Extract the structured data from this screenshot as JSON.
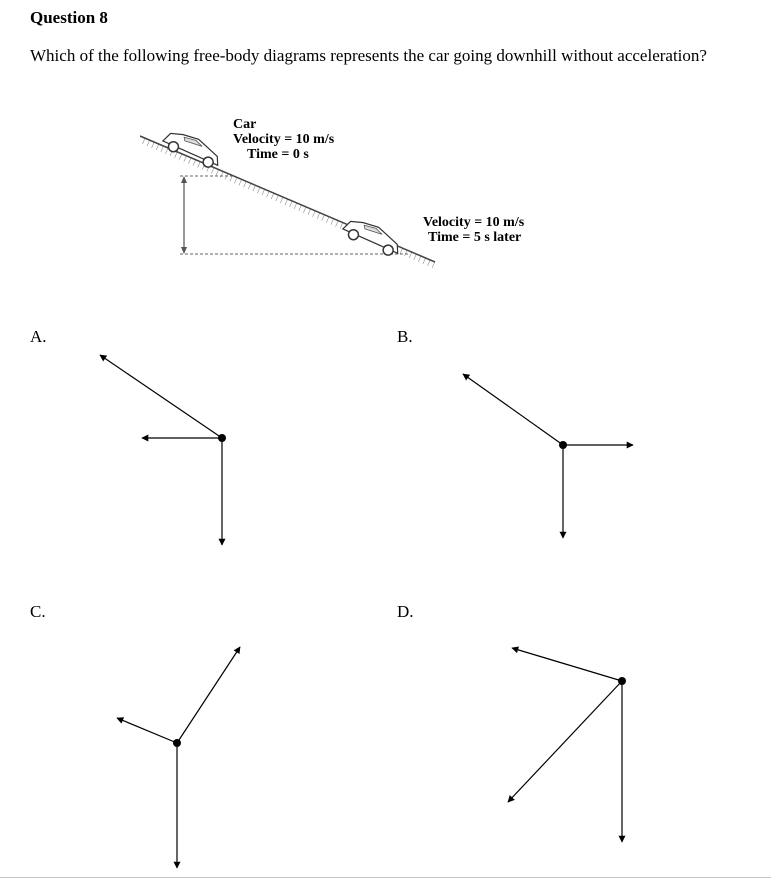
{
  "question": {
    "title": "Question 8",
    "text": "Which of the following free-body diagrams represents the car going downhill without acceleration?"
  },
  "figure": {
    "car_label": "Car",
    "start_velocity": "Velocity = 10 m/s",
    "start_time": "Time = 0 s",
    "end_velocity": "Velocity = 10 m/s",
    "end_time": "Time = 5 s later"
  },
  "options": [
    {
      "label": "A."
    },
    {
      "label": "B."
    },
    {
      "label": "C."
    },
    {
      "label": "D."
    }
  ]
}
